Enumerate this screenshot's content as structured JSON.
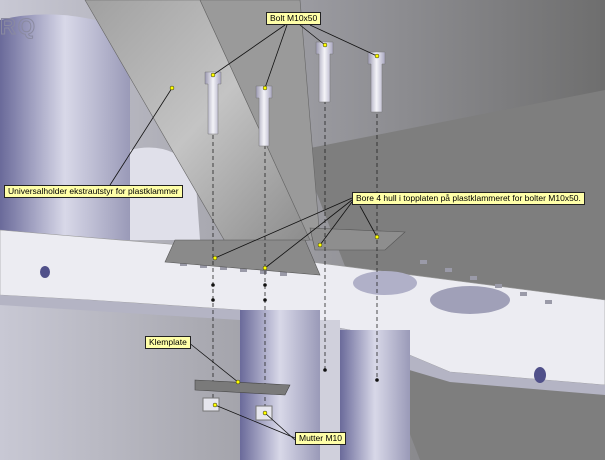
{
  "logo": {
    "text": "RQ"
  },
  "callouts": {
    "bolt": "Bolt M10x50",
    "holder": "Universalholder ekstrautstyr for plastklammer",
    "bore": "Bore 4 hull i topplaten på plastklammeret for bolter M10x50.",
    "klemplate": "Klemplate",
    "mutter": "Mutter M10"
  },
  "colors": {
    "callout_bg": "#ffffa8",
    "marker": "#ffff00",
    "background": "#8c8c8c",
    "plate": "#e8e8ee"
  }
}
